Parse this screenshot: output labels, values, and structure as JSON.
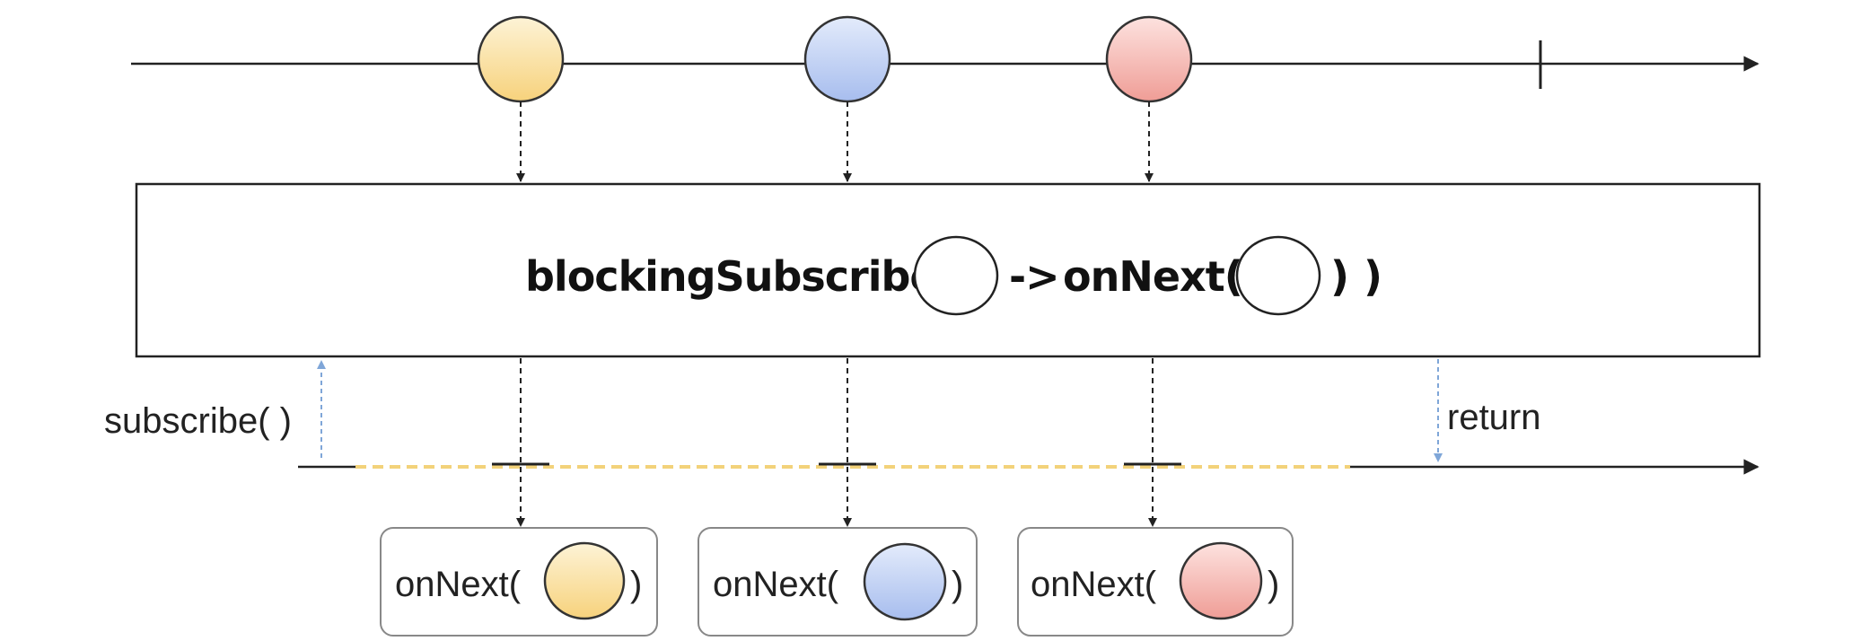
{
  "operator": {
    "name": "blockingSubscribe(",
    "arrow": "->",
    "callback": "onNext(",
    "close": ") )"
  },
  "labels": {
    "subscribe": "subscribe( )",
    "return": "return"
  },
  "emissions": [
    {
      "fill_top": "#fdf3d6",
      "fill_bottom": "#f7d27c",
      "stroke": "#7a6a40"
    },
    {
      "fill_top": "#e3ebfb",
      "fill_bottom": "#a7bdee",
      "stroke": "#4a5a80"
    },
    {
      "fill_top": "#fde2df",
      "fill_bottom": "#ef9d96",
      "stroke": "#804848"
    }
  ],
  "calls": [
    {
      "prefix": "onNext(",
      "suffix": ")"
    },
    {
      "prefix": "onNext(",
      "suffix": ")"
    },
    {
      "prefix": "onNext(",
      "suffix": ")"
    }
  ],
  "colors": {
    "line": "#222222",
    "blocking_dash": "#f3d27a",
    "signal_arrow": "#7fa6d8",
    "box_border": "#222222",
    "call_box_border": "#888888"
  }
}
